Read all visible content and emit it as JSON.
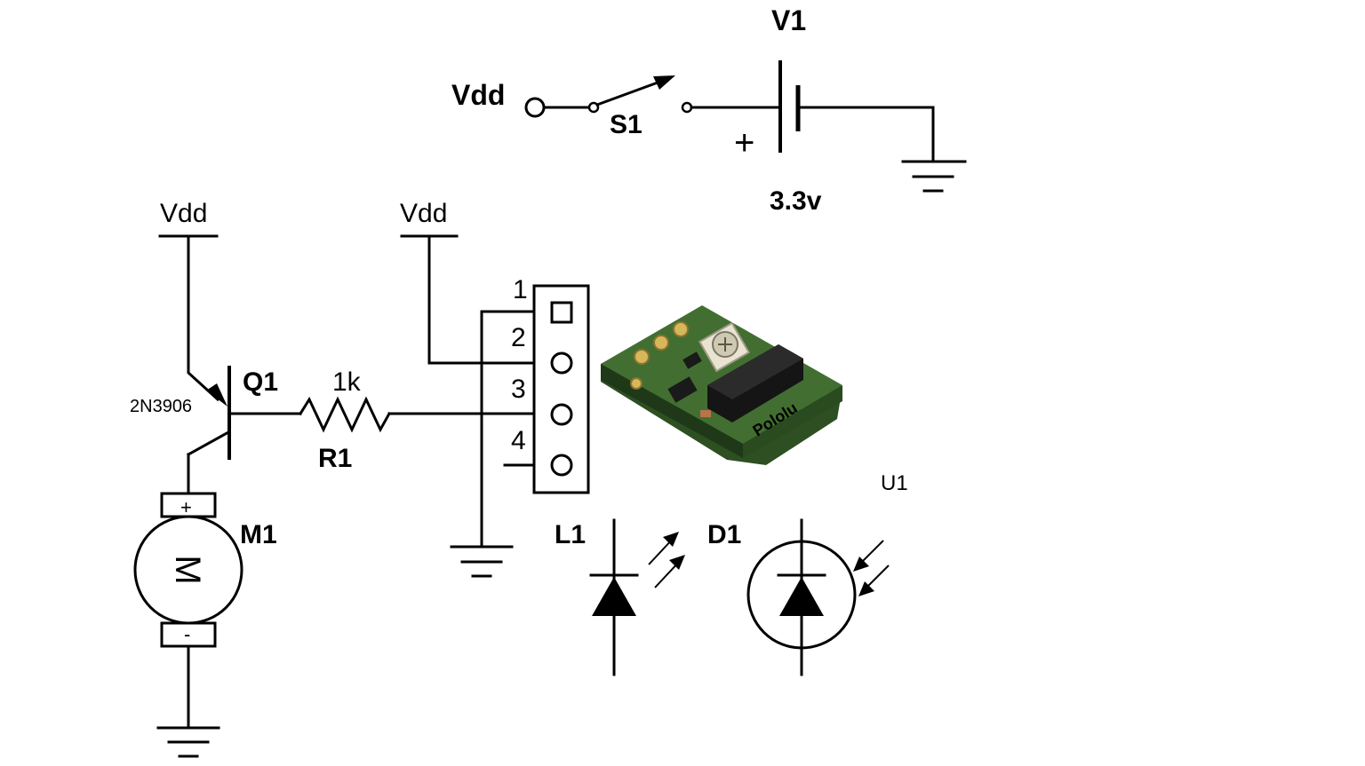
{
  "power_section": {
    "vdd_label": "Vdd",
    "switch_label": "S1",
    "battery_label": "V1",
    "battery_voltage": "3.3v",
    "battery_plus": "+"
  },
  "transistor": {
    "vdd_label": "Vdd",
    "name": "Q1",
    "part": "2N3906"
  },
  "resistor": {
    "name": "R1",
    "value": "1k"
  },
  "motor": {
    "name": "M1",
    "symbol": "M",
    "plus": "+",
    "minus": "-"
  },
  "sensor": {
    "vdd_label": "Vdd",
    "pins": [
      "1",
      "2",
      "3",
      "4"
    ],
    "module_name": "U1",
    "module_brand": "Pololu",
    "emitter_label": "L1",
    "detector_label": "D1",
    "board_color": "#3f6b2e"
  }
}
